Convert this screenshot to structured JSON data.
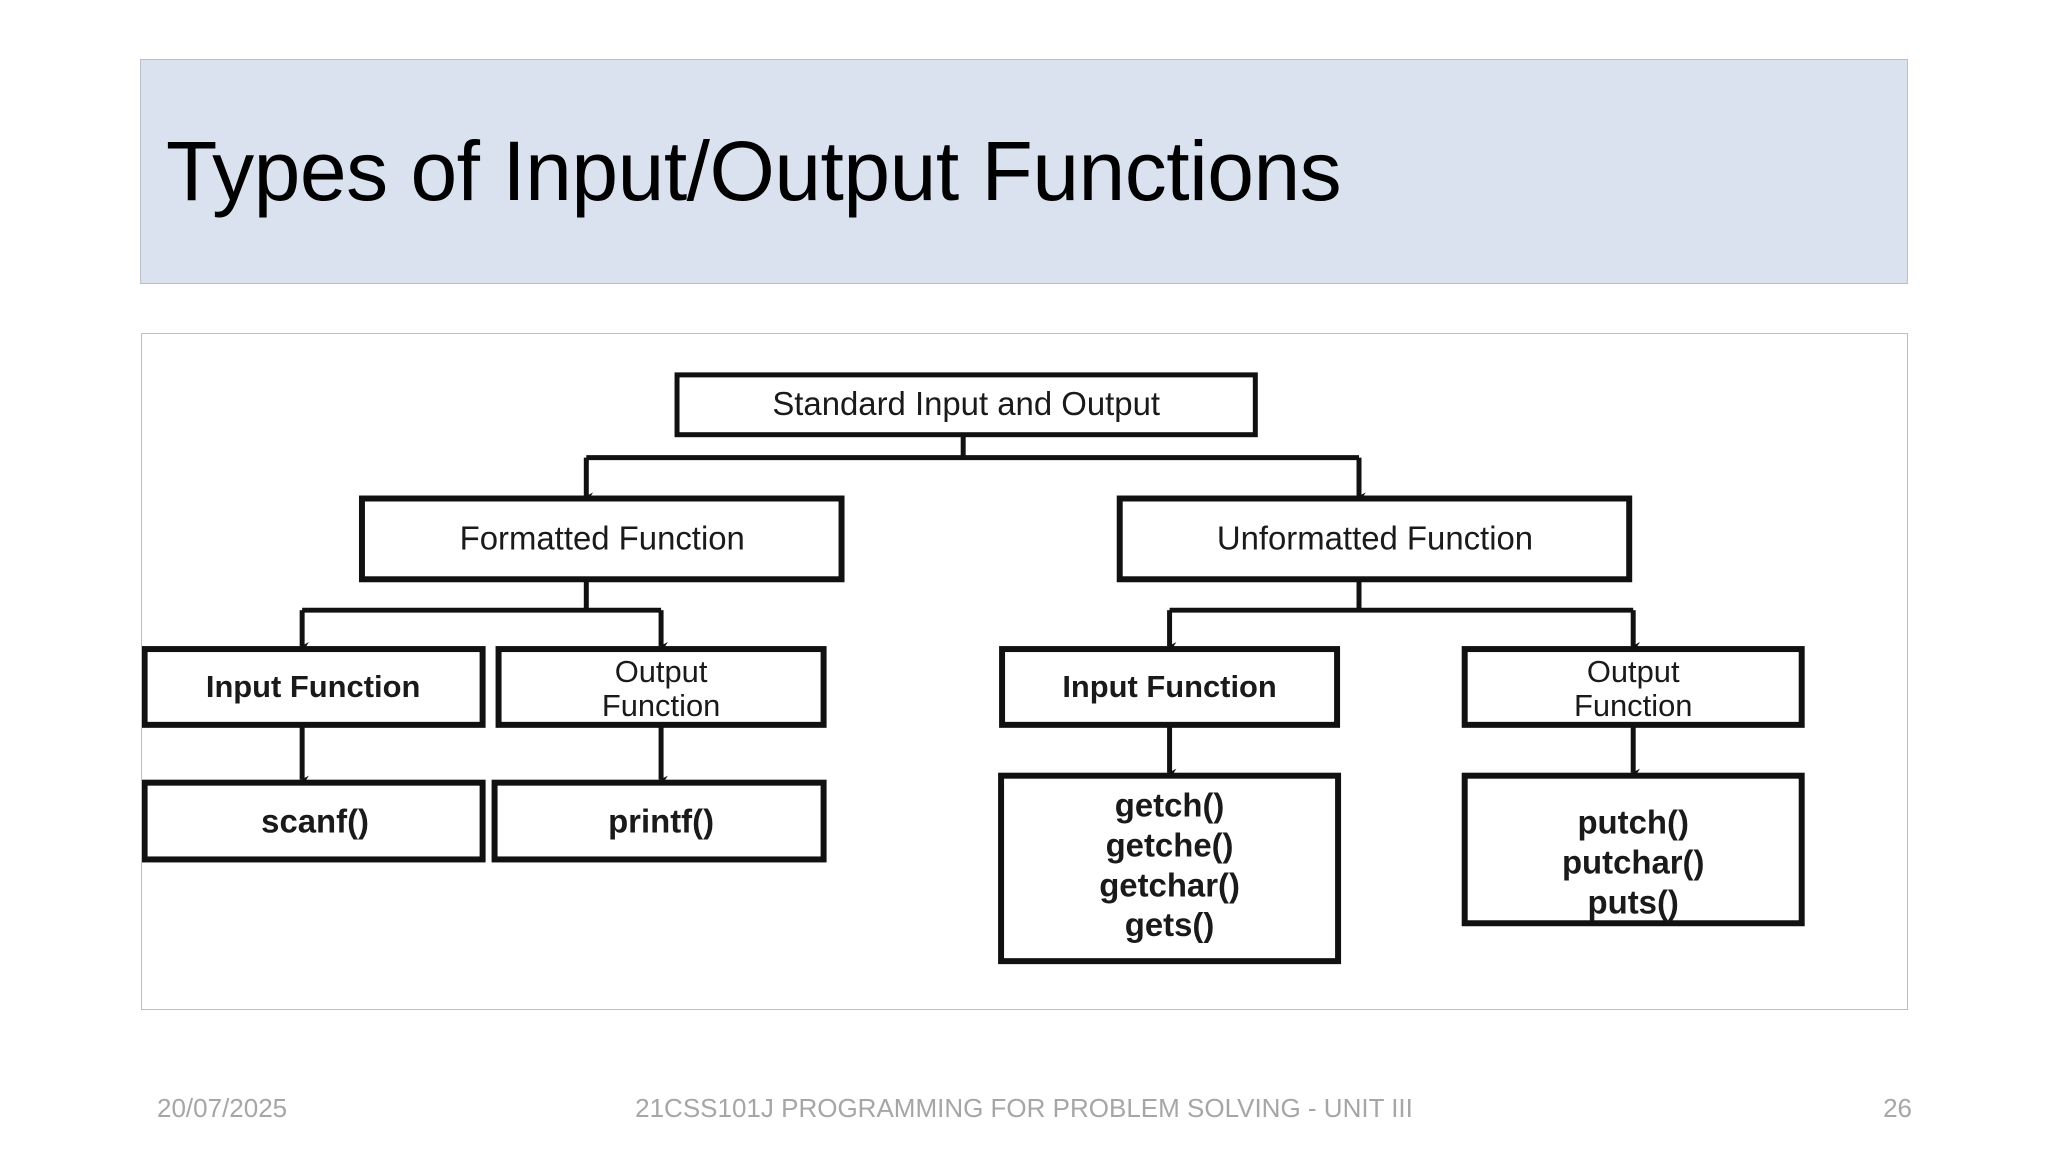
{
  "slide": {
    "title": "Types of Input/Output Functions",
    "title_bg": "#dae1ef",
    "page_bg": "#ffffff"
  },
  "footer": {
    "date": "20/07/2025",
    "center": "21CSS101J PROGRAMMING FOR PROBLEM SOLVING - UNIT III",
    "page_number": "26",
    "color": "#a6a6a6"
  },
  "diagram": {
    "type": "tree",
    "stroke": "#111111",
    "fill": "#ffffff",
    "root": {
      "label": "Standard Input and Output"
    },
    "level2": [
      {
        "label": "Formatted Function"
      },
      {
        "label": "Unformatted Function"
      }
    ],
    "level3": [
      {
        "label": "Input Function",
        "parent": "Formatted Function"
      },
      {
        "label_line1": "Output",
        "label_line2": "Function",
        "parent": "Formatted Function"
      },
      {
        "label": "Input Function",
        "parent": "Unformatted Function"
      },
      {
        "label_line1": "Output",
        "label_line2": "Function",
        "parent": "Unformatted Function"
      }
    ],
    "leaves": [
      {
        "parent": "Formatted Input Function",
        "items": [
          "scanf()"
        ]
      },
      {
        "parent": "Formatted Output Function",
        "items": [
          "printf()"
        ]
      },
      {
        "parent": "Unformatted Input Function",
        "items": [
          "getch()",
          "getche()",
          "getchar()",
          "gets()"
        ]
      },
      {
        "parent": "Unformatted Output Function",
        "items": [
          "putch()",
          "putchar()",
          "puts()"
        ]
      }
    ],
    "text": {
      "root": "Standard Input and Output",
      "formatted": "Formatted Function",
      "unformatted": "Unformatted Function",
      "input_fn_left": "Input Function",
      "output_left_1": "Output",
      "output_left_2": "Function",
      "input_fn_right": "Input Function",
      "output_right_1": "Output",
      "output_right_2": "Function",
      "scanf": "scanf()",
      "printf": "printf()",
      "getch": "getch()",
      "getche": "getche()",
      "getchar": "getchar()",
      "gets": "gets()",
      "putch": "putch()",
      "putchar": "putchar()",
      "puts": "puts()"
    }
  }
}
